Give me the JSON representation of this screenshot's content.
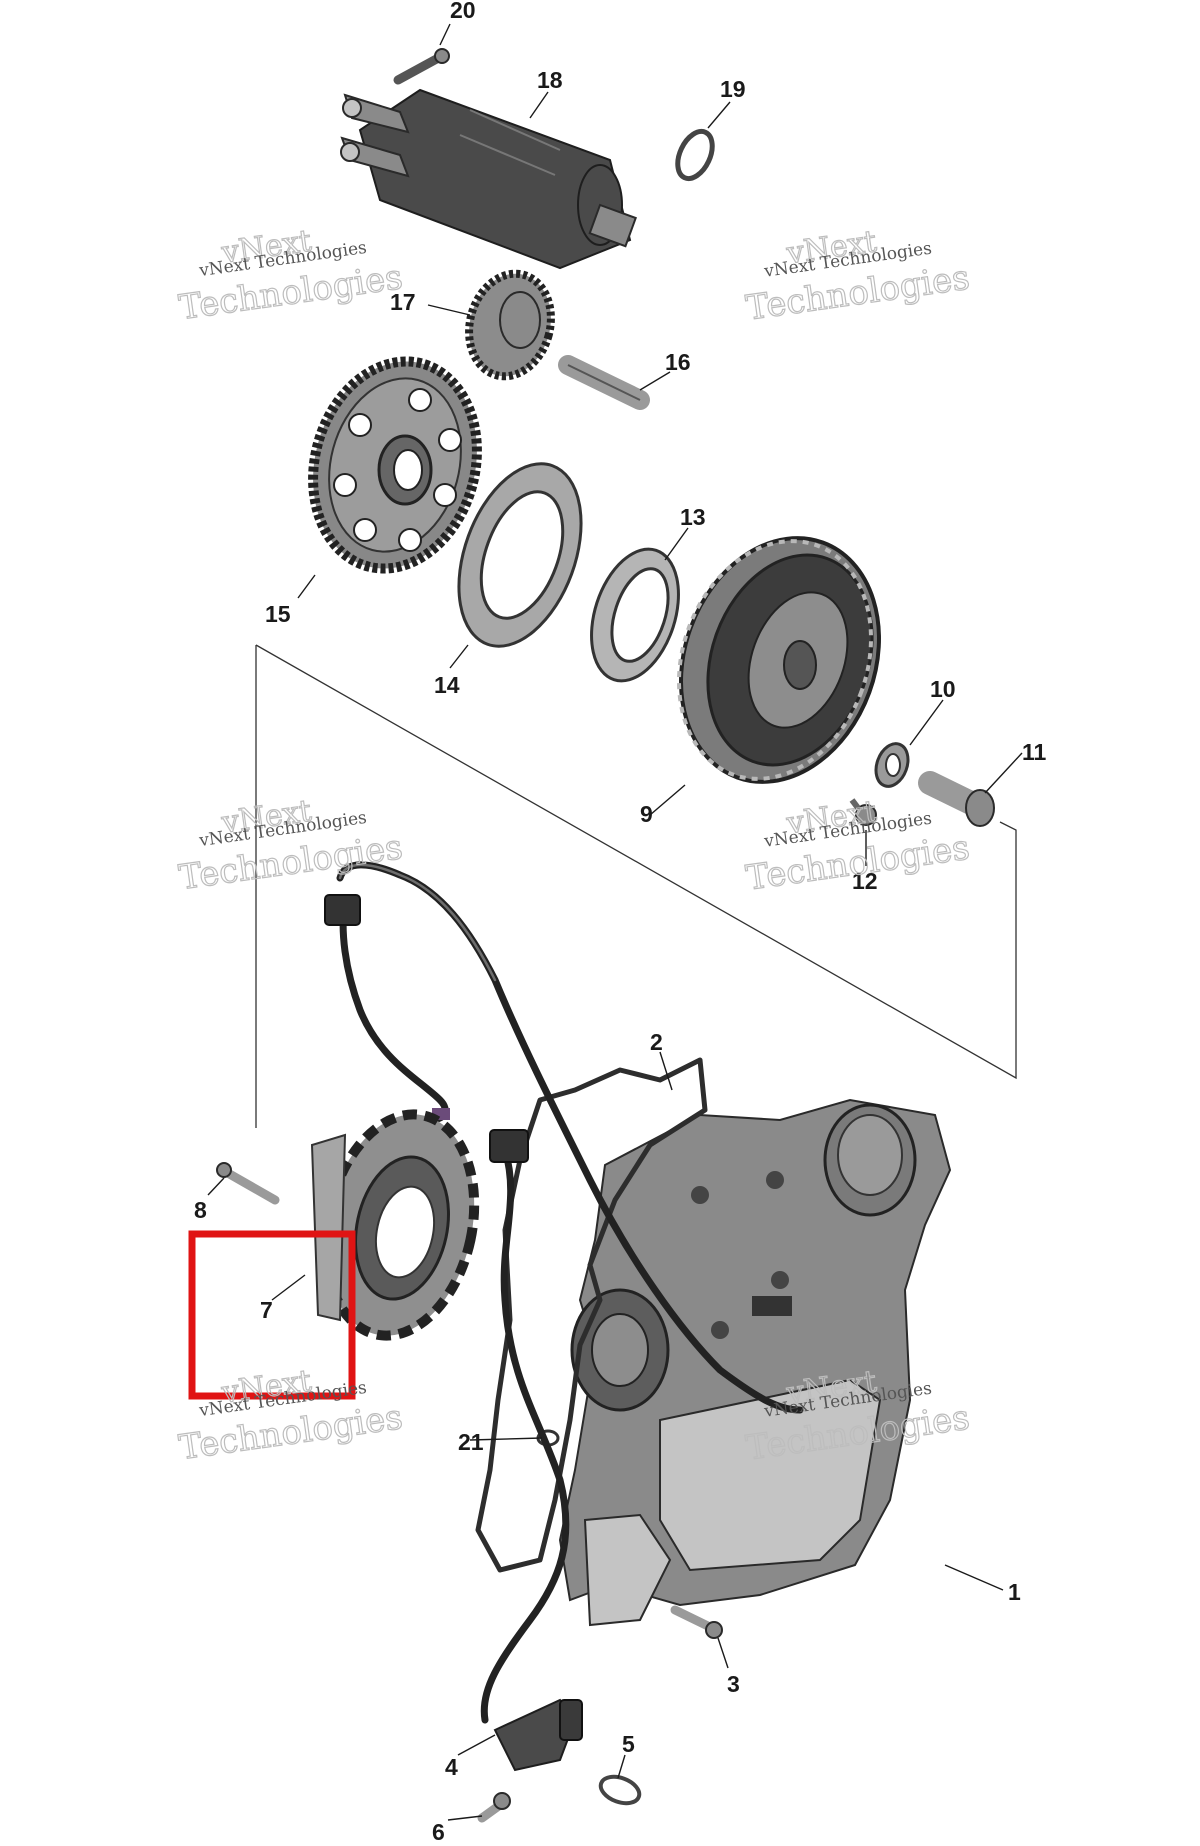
{
  "diagram": {
    "part_numbers": {
      "p1": "1",
      "p2": "2",
      "p3": "3",
      "p4": "4",
      "p5": "5",
      "p6": "6",
      "p7": "7",
      "p8": "8",
      "p9": "9",
      "p10": "10",
      "p11": "11",
      "p12": "12",
      "p13": "13",
      "p14": "14",
      "p15": "15",
      "p16": "16",
      "p17": "17",
      "p18": "18",
      "p19": "19",
      "p20": "20",
      "p21": "21"
    },
    "watermark": {
      "line_small": "vNext Technologies",
      "line_big_1": "vNext",
      "line_big_2": "Technologies"
    },
    "highlight_color": "#e01414",
    "highlighted_part": "7"
  }
}
